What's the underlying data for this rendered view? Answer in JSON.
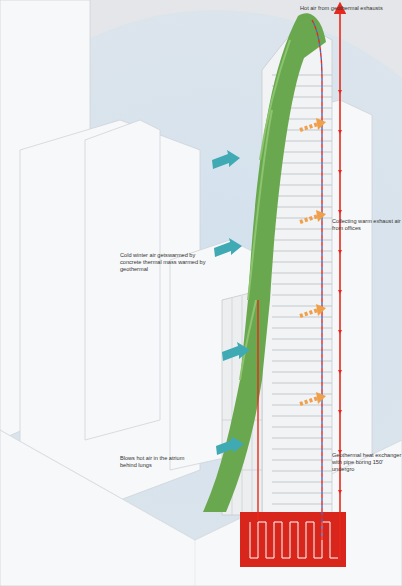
{
  "diagram": {
    "labels": [
      "Hot air from geothermal exhausts",
      "Collecting warm exhaust air from offices",
      "Cold winter air getswarmed by concrete thermal mass warmed by geothermal",
      "Geothermal heat exchanger with pipe boring 150' undergro",
      "Blows hot air in the atrium behind lungs"
    ]
  }
}
